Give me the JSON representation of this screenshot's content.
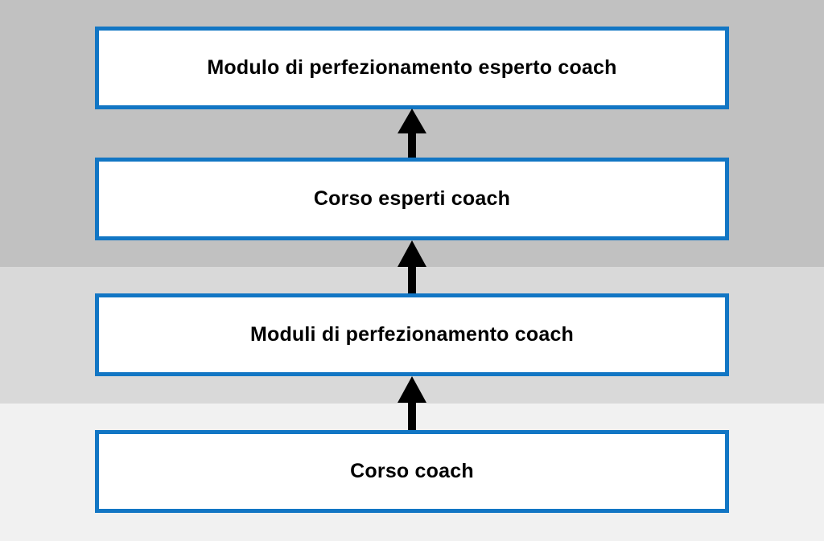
{
  "diagram": {
    "type": "vertical-progression-flow",
    "direction": "bottom-to-top",
    "levels": [
      {
        "label": "Modulo di perfezionamento esperto coach"
      },
      {
        "label": "Corso esperti coach"
      },
      {
        "label": "Moduli di perfezionamento coach"
      },
      {
        "label": "Corso coach"
      }
    ],
    "colors": {
      "box_border": "#1276c4",
      "box_fill": "#ffffff",
      "text": "#000000",
      "arrow": "#000000",
      "band_top": "#c1c1c1",
      "band_middle": "#d9d9d9",
      "band_bottom": "#f1f1f1"
    }
  }
}
